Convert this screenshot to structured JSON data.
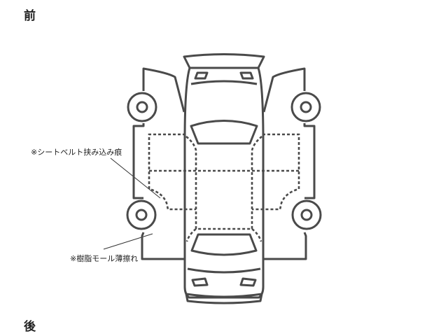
{
  "labels": {
    "front": "前",
    "rear": "後"
  },
  "annotations": [
    {
      "text": "※シートベルト挟み込み痕"
    },
    {
      "text": "※樹脂モール薄擦れ"
    }
  ],
  "colors": {
    "line": "#4a4a4a",
    "text": "#222222"
  }
}
